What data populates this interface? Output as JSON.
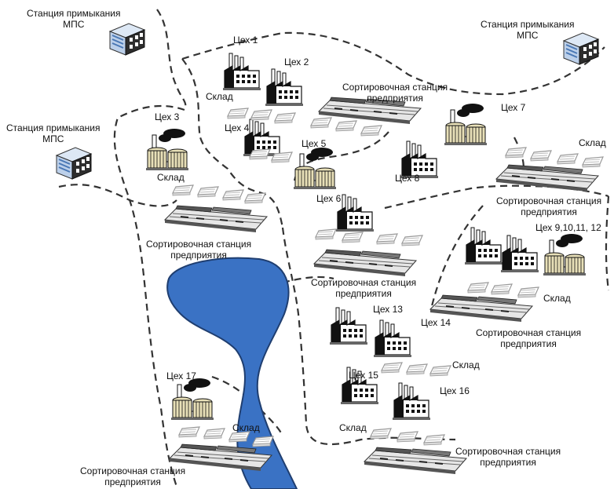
{
  "stations": [
    {
      "id": "s1",
      "line1": "Станция примыкания",
      "line2": "МПС"
    },
    {
      "id": "s2",
      "line1": "Станция примыкания",
      "line2": "МПС"
    },
    {
      "id": "s3",
      "line1": "Станция примыкания",
      "line2": "МПС"
    }
  ],
  "workshops": {
    "w1": "Цех 1",
    "w2": "Цех 2",
    "w3": "Цех 3",
    "w4": "Цех 4",
    "w5": "Цех 5",
    "w6": "Цех 6",
    "w7": "Цех 7",
    "w8": "Цех 8",
    "w9": "Цех 9,10,11, 12",
    "w13": "Цех 13",
    "w14": "Цех 14",
    "w15": "Цех 15",
    "w16": "Цех 16",
    "w17": "Цех 17"
  },
  "warehouse_label": "Склад",
  "sorting": [
    {
      "id": "r1",
      "line1": "Сортировочная станция",
      "line2": "предприятия"
    },
    {
      "id": "r2",
      "line1": "Сортировочная станция",
      "line2": "предприятия"
    },
    {
      "id": "r3",
      "line1": "Сортировочная станция",
      "line2": "предприятия"
    },
    {
      "id": "r4",
      "line1": "Сортировочная станция",
      "line2": "предприятия"
    },
    {
      "id": "r5",
      "line1": "Сортировочная станция",
      "line2": "предприятия"
    },
    {
      "id": "r6",
      "line1": "Сортировочная станция",
      "line2": "предприятия"
    },
    {
      "id": "r7",
      "line1": "Сортировочная станция",
      "line2": "предприятия"
    }
  ],
  "colors": {
    "water": "#3a72c4",
    "water_stroke": "#1f3e70",
    "building_dark": "#111111",
    "tank_fill": "#e8e0b8",
    "dash": "#333333",
    "wagon": "#b8b8b8"
  }
}
